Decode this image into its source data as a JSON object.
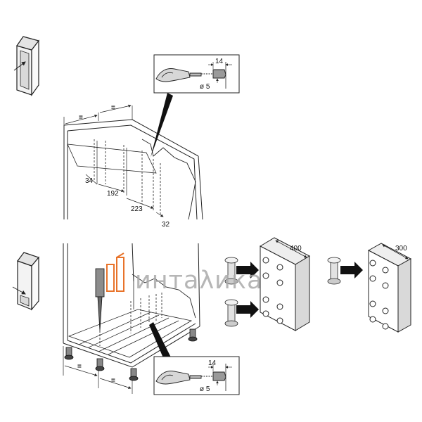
{
  "upper": {
    "dim_34": "34",
    "dim_192": "192",
    "dim_223": "223",
    "dim_32": "32",
    "equal_mark": "="
  },
  "lower": {
    "equal_mark": "="
  },
  "drill_detail": {
    "depth": "14",
    "diameter": "ø 5"
  },
  "fittings": {
    "depth_400": "400",
    "depth_300": "300"
  },
  "watermark": {
    "text": "интаλика"
  },
  "colors": {
    "line": "#222222",
    "arrow": "#111111",
    "watermark_grey": "#a9a9a9",
    "watermark_orange": "#e8732a"
  }
}
